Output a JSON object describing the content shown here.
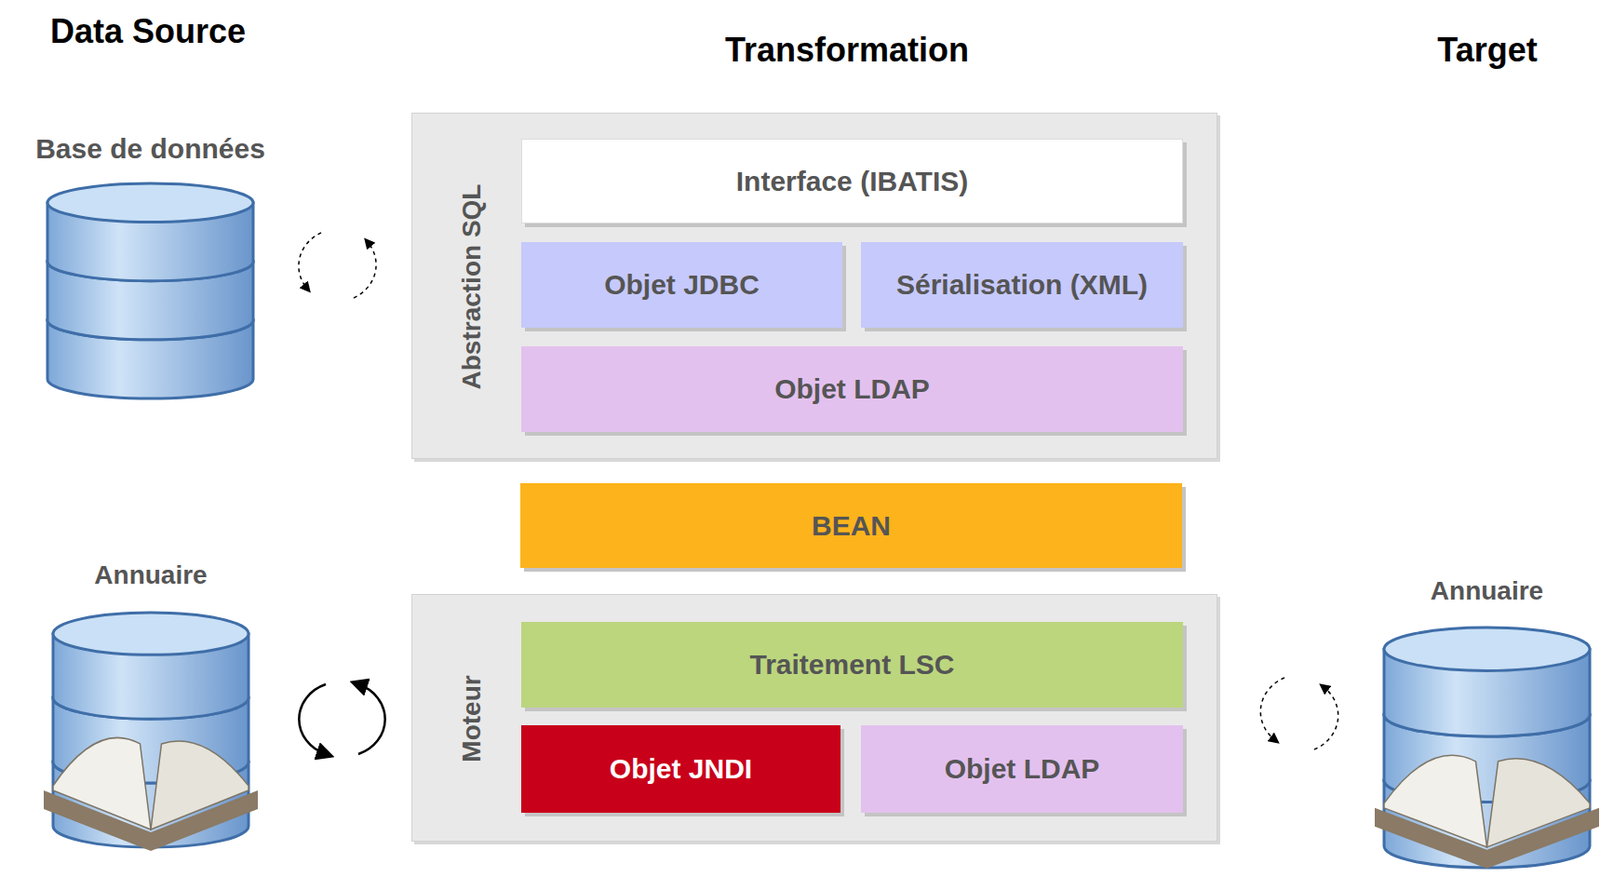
{
  "diagram": {
    "nodes": [
      {
        "text": [
          "Base de données"
        ]
      },
      {
        "text": [
          "Abstraction SQL"
        ]
      },
      {
        "text": [
          "Interface (IBATIS)"
        ],
        "in": 1
      },
      {
        "text": [
          "Objet JDBC"
        ],
        "in": 1
      },
      {
        "text": [
          "Sérialisation (XML)"
        ],
        "in": 1
      },
      {
        "text": [
          "Objet LDAP"
        ],
        "in": 1
      },
      {
        "text": [
          "BEAN"
        ]
      },
      {
        "text": [
          "Annuaire"
        ]
      },
      {
        "text": [
          "Moteur"
        ]
      },
      {
        "text": [
          "Traitement LSC"
        ],
        "in": 8
      },
      {
        "text": [
          "Objet JNDI"
        ],
        "in": 8
      },
      {
        "text": [
          "Objet LDAP"
        ],
        "in": 8
      },
      {
        "text": [
          "Annuaire"
        ]
      }
    ],
    "labels": [
      "Data Source",
      "Transformation",
      "Target"
    ]
  }
}
